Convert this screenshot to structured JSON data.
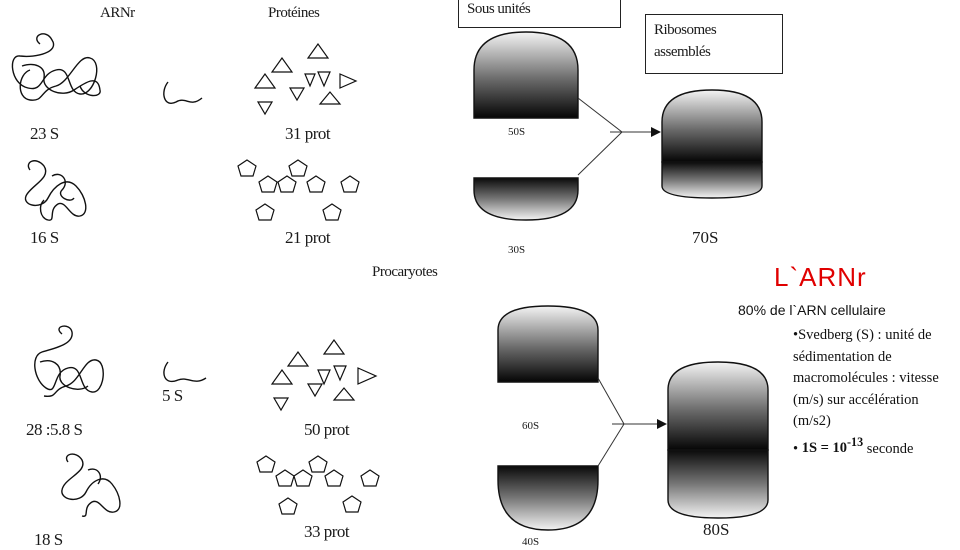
{
  "pro": {
    "h_arnr": "ARNr",
    "h_proteines": "Protéines",
    "h_sous_unites": "Sous unités",
    "h_ribosomes": [
      "Ribosomes",
      "assemblés"
    ],
    "c_23s": "23 S",
    "c_16s": "16 S",
    "c_31": "31 prot",
    "c_21": "21 prot",
    "s_50": "50S",
    "s_30": "30S",
    "s_70": "70S",
    "caption": "Procaryotes"
  },
  "euk": {
    "c_5s": "5 S",
    "c_28": "28 :5.8 S",
    "c_18": "18 S",
    "c_50": "50 prot",
    "c_33": "33 prot",
    "s_60": "60S",
    "s_40": "40S",
    "s_80": "80S"
  },
  "text": {
    "title": "L`ARNr",
    "subtitle": "80% de l`ARN cellulaire",
    "bullet1": "•Svedberg (S) : unité de sédimentation de macromolécules : vitesse (m/s) sur accélération (m/s2)",
    "bullet2": "• 1S = 10-13 seconde"
  }
}
